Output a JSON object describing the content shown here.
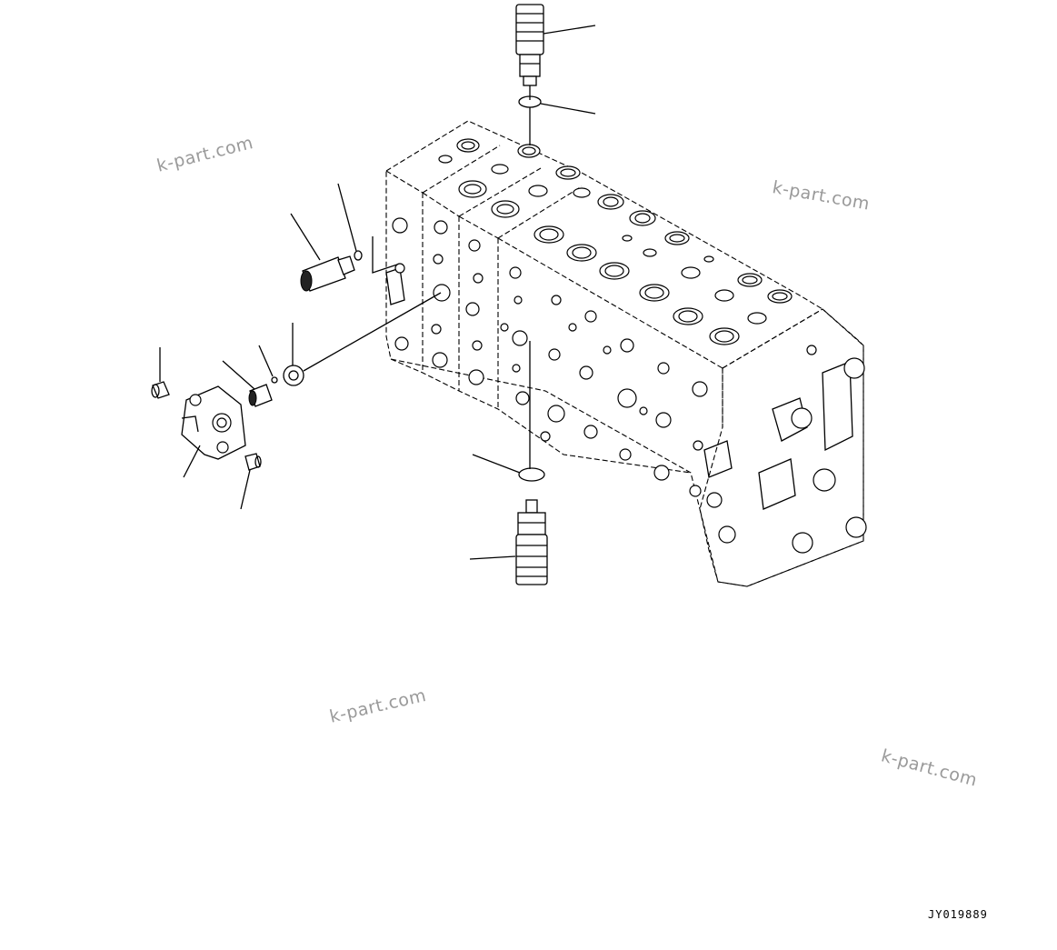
{
  "watermarks": [
    "k-part.com",
    "k-part.com",
    "k-part.com",
    "k-part.com"
  ],
  "drawing_code": "JY019889"
}
